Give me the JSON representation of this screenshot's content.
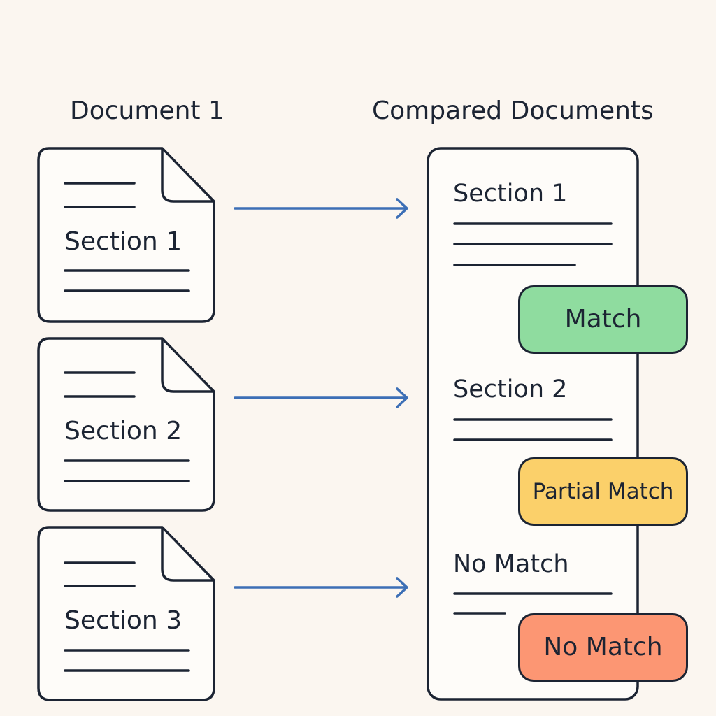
{
  "left_heading": "Document 1",
  "right_heading": "Compared Documents",
  "documents": [
    {
      "label": "Section 1"
    },
    {
      "label": "Section 2"
    },
    {
      "label": "Section 3"
    }
  ],
  "compared_sections": [
    {
      "title": "Section 1",
      "status": "Match",
      "color": "#8fdc9f"
    },
    {
      "title": "Section 2",
      "status": "Partial Match",
      "color": "#fbd06a"
    },
    {
      "title": "No Match",
      "status": "No Match",
      "color": "#fc9673"
    }
  ],
  "colors": {
    "background": "#fbf6f0",
    "stroke": "#1c2433",
    "arrow": "#3c6fb6",
    "paper": "#fefcf9"
  }
}
